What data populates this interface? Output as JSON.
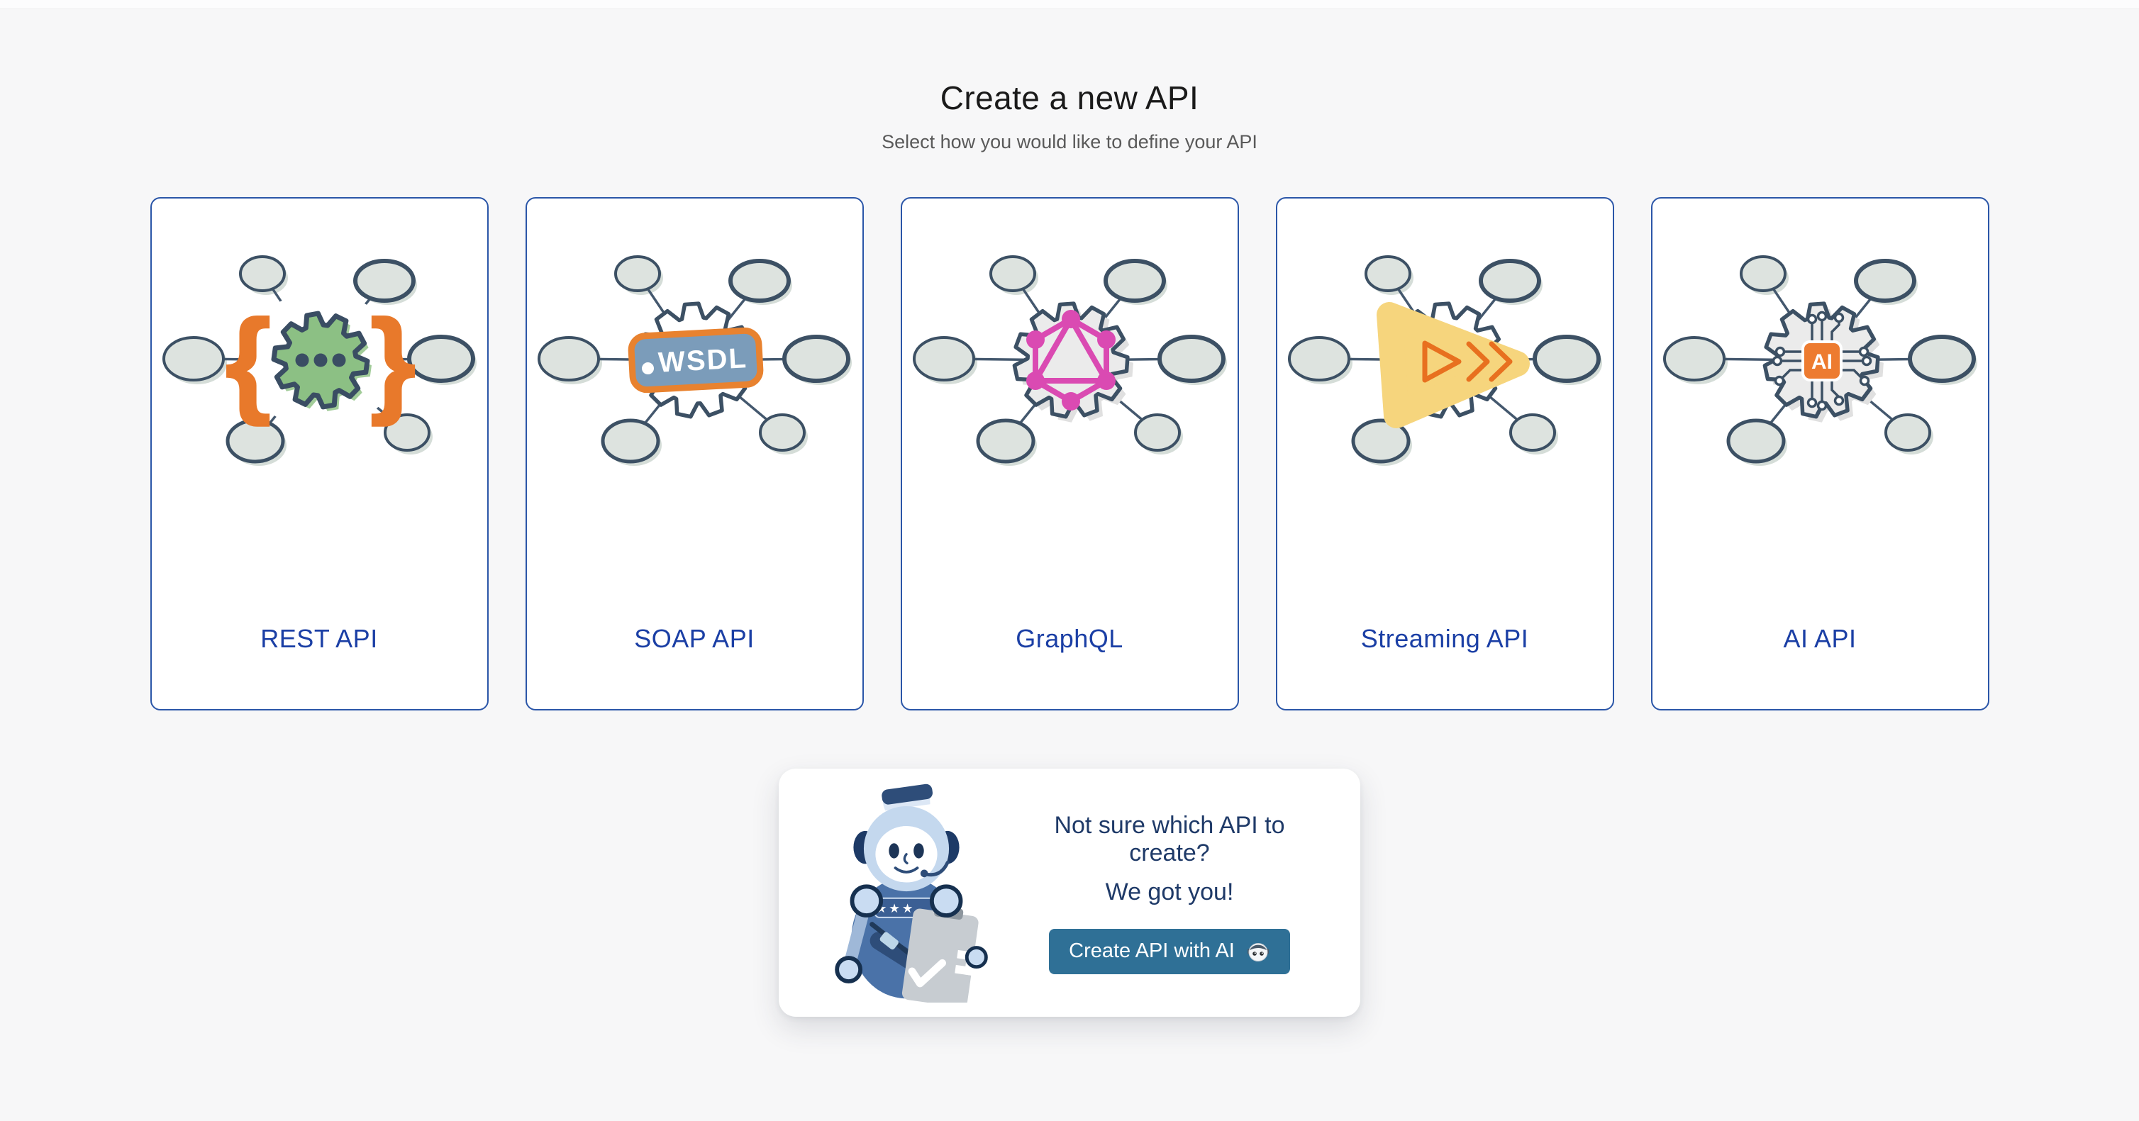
{
  "header": {
    "title": "Create a new API",
    "subtitle": "Select how you would like to define your API"
  },
  "cards": [
    {
      "id": "rest-api",
      "label": "REST API",
      "icon": "rest-gear-icon",
      "glyph_left": "{",
      "glyph_right": "}"
    },
    {
      "id": "soap-api",
      "label": "SOAP API",
      "icon": "wsdl-gear-icon",
      "badge_text": "WSDL"
    },
    {
      "id": "graphql",
      "label": "GraphQL",
      "icon": "graphql-gear-icon"
    },
    {
      "id": "streaming-api",
      "label": "Streaming API",
      "icon": "streaming-gear-icon"
    },
    {
      "id": "ai-api",
      "label": "AI API",
      "icon": "ai-chip-gear-icon",
      "chip_text": "AI"
    }
  ],
  "helper": {
    "line1": "Not sure which API to create?",
    "line2": "We got you!",
    "button_label": "Create API with AI",
    "button_icon": "robot-icon",
    "robot_stars": "★★★"
  },
  "colors": {
    "page_bg": "#f7f7f8",
    "card_border": "#2b56a8",
    "card_label": "#1b3fa5",
    "title": "#1a1a1a",
    "subtitle": "#5a5a5a",
    "helper_text": "#1f3a68",
    "button_bg": "#2f7096",
    "button_text": "#ffffff",
    "accent_orange": "#e8792b",
    "rest_green": "#8cc084",
    "graphql_pink": "#da4ab2",
    "streaming_yellow": "#f6d57d",
    "ai_chip_orange": "#ed7b30",
    "node_fill": "#dde3df",
    "outline_navy": "#3c5064"
  }
}
